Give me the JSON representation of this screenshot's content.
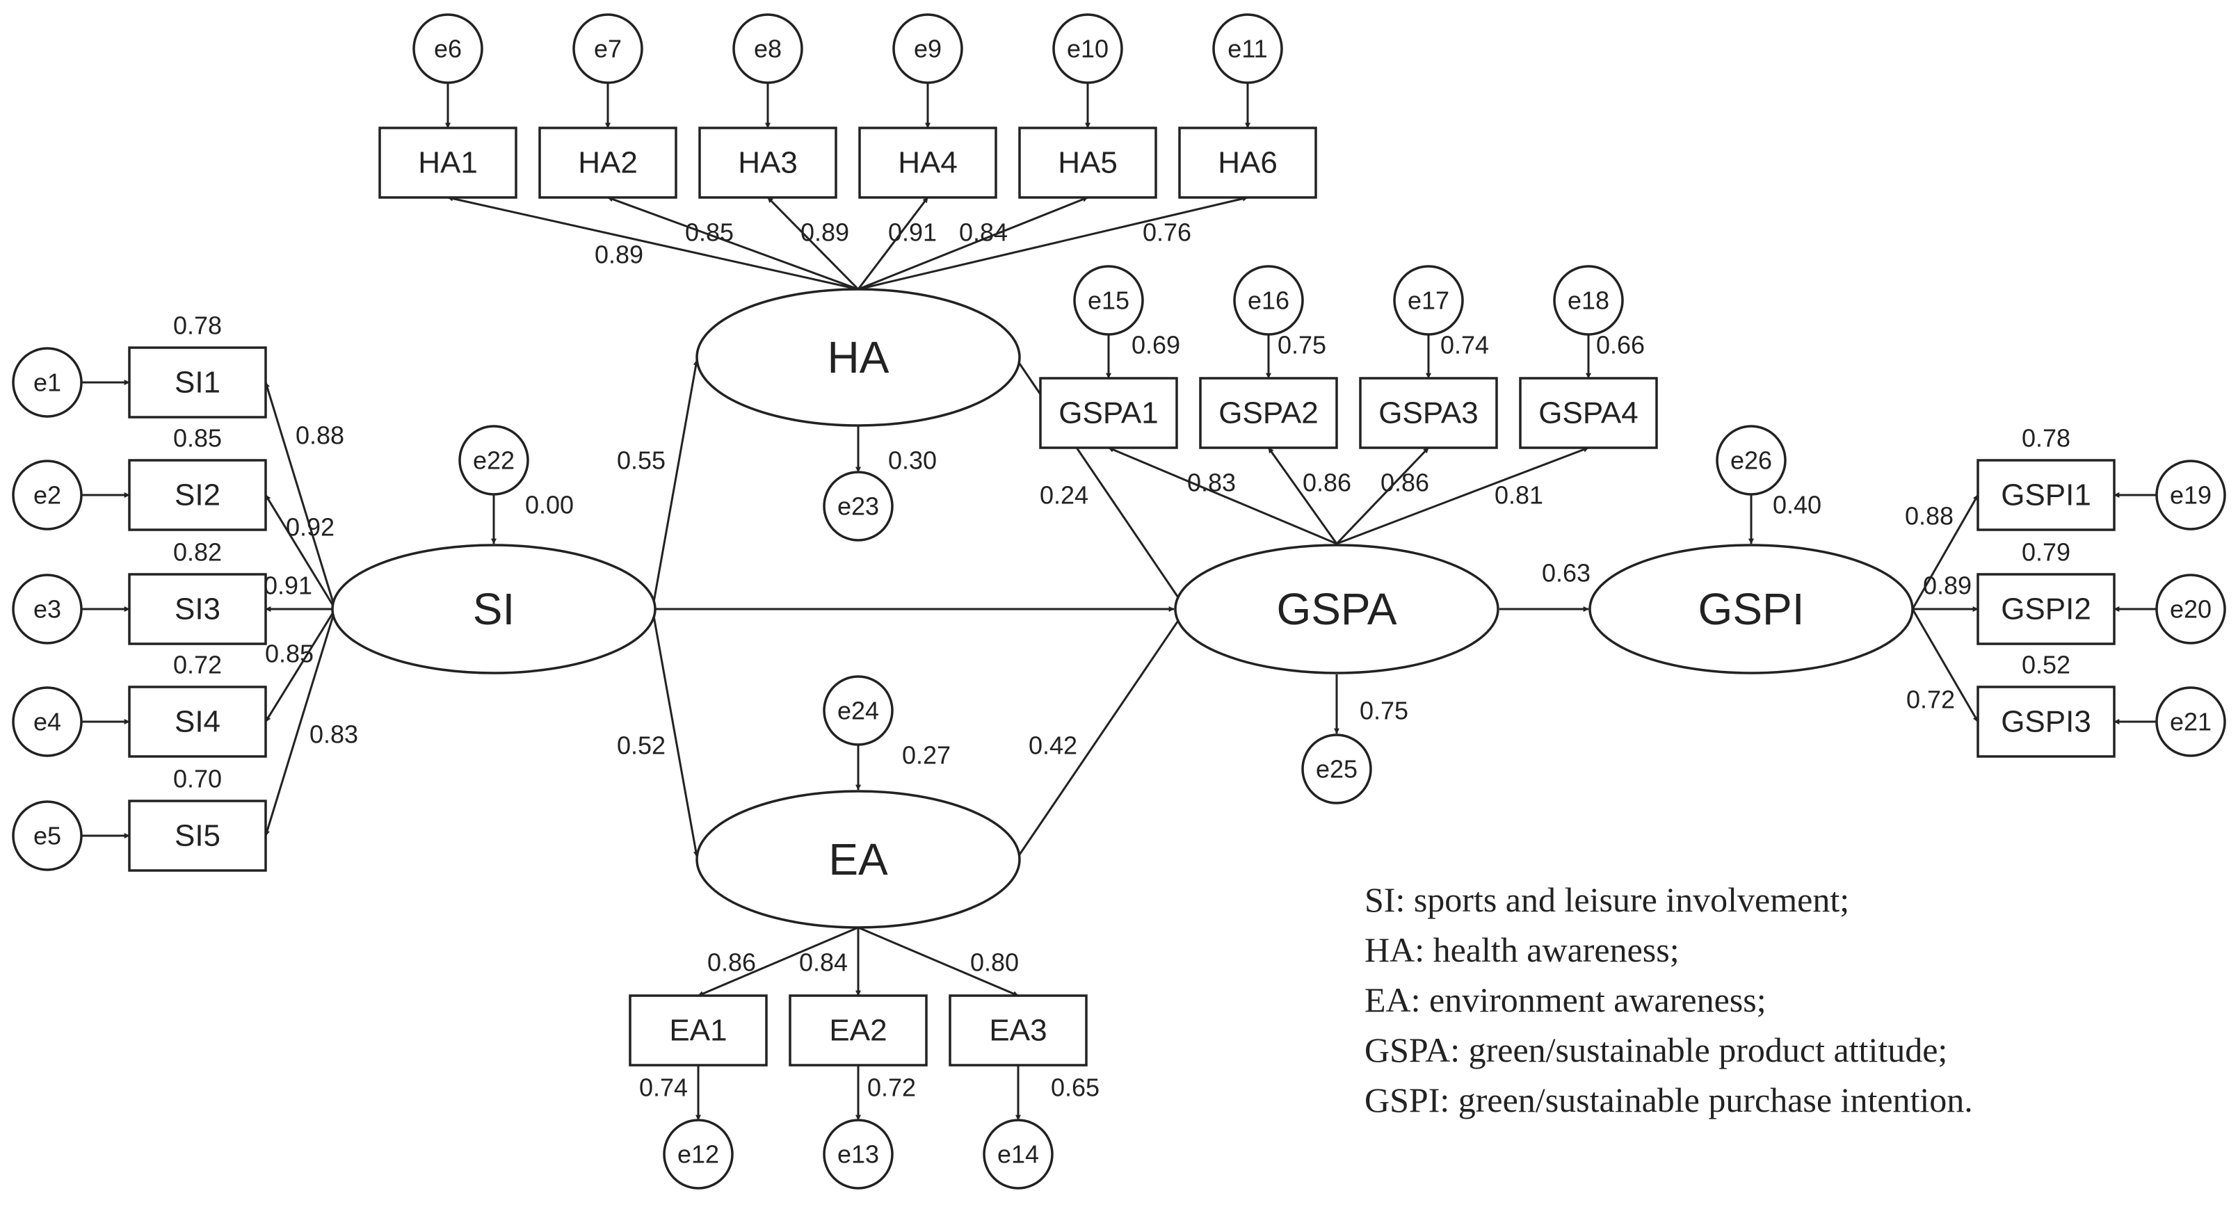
{
  "latent": {
    "SI": "SI",
    "HA": "HA",
    "EA": "EA",
    "GSPA": "GSPA",
    "GSPI": "GSPI"
  },
  "observed": {
    "SI": [
      "SI1",
      "SI2",
      "SI3",
      "SI4",
      "SI5"
    ],
    "HA": [
      "HA1",
      "HA2",
      "HA3",
      "HA4",
      "HA5",
      "HA6"
    ],
    "EA": [
      "EA1",
      "EA2",
      "EA3"
    ],
    "GSPA": [
      "GSPA1",
      "GSPA2",
      "GSPA3",
      "GSPA4"
    ],
    "GSPI": [
      "GSPI1",
      "GSPI2",
      "GSPI3"
    ]
  },
  "errors": {
    "SI": [
      "e1",
      "e2",
      "e3",
      "e4",
      "e5"
    ],
    "HA": [
      "e6",
      "e7",
      "e8",
      "e9",
      "e10",
      "e11"
    ],
    "EA": [
      "e12",
      "e13",
      "e14"
    ],
    "GSPA": [
      "e15",
      "e16",
      "e17",
      "e18"
    ],
    "GSPI": [
      "e19",
      "e20",
      "e21"
    ],
    "struct": {
      "SI": "e22",
      "HA": "e23",
      "EA": "e24",
      "GSPA": "e25",
      "GSPI": "e26"
    }
  },
  "loadings": {
    "SI": [
      "0.88",
      "0.92",
      "0.91",
      "0.85",
      "0.83"
    ],
    "HA": [
      "0.89",
      "0.85",
      "0.89",
      "0.91",
      "0.84",
      "0.76"
    ],
    "EA": [
      "0.86",
      "0.84",
      "0.80"
    ],
    "GSPA": [
      "0.83",
      "0.86",
      "0.86",
      "0.81"
    ],
    "GSPI": [
      "0.88",
      "0.89",
      "0.72"
    ]
  },
  "r2_indicators": {
    "SI": [
      "0.78",
      "0.85",
      "0.82",
      "0.72",
      "0.70"
    ],
    "EA": [
      "0.74",
      "0.72",
      "0.65"
    ],
    "GSPA": [
      "0.69",
      "0.75",
      "0.74",
      "0.66"
    ],
    "GSPI": [
      "0.78",
      "0.79",
      "0.52"
    ]
  },
  "r2_latent": {
    "SI": "0.00",
    "HA": "0.30",
    "EA": "0.27",
    "GSPA": "0.75",
    "GSPI": "0.40"
  },
  "paths": {
    "SI_HA": "0.55",
    "SI_EA": "0.52",
    "HA_GSPA": "0.24",
    "EA_GSPA": "0.42",
    "GSPA_GSPI": "0.63"
  },
  "legend": [
    "SI: sports and leisure involvement;",
    "HA: health awareness;",
    "EA: environment awareness;",
    "GSPA: green/sustainable product attitude;",
    "GSPI: green/sustainable purchase intention."
  ]
}
